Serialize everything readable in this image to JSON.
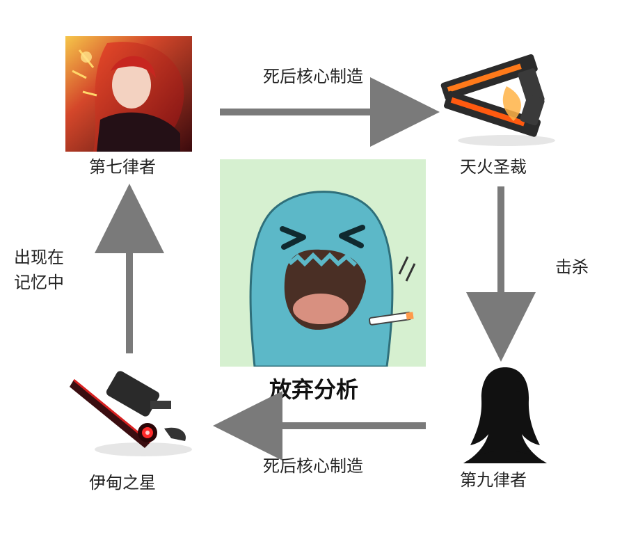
{
  "nodes": {
    "seventh_law": {
      "label": "第七律者"
    },
    "heavenly_fire": {
      "label": "天火圣裁"
    },
    "ninth_law": {
      "label": "第九律者"
    },
    "star_of_eden": {
      "label": "伊甸之星"
    }
  },
  "edges": {
    "top": {
      "label": "死后核心制造"
    },
    "right": {
      "label": "击杀"
    },
    "bottom": {
      "label": "死后核心制造"
    },
    "left": {
      "label_line1": "出现在",
      "label_line2": "记忆中"
    }
  },
  "center": {
    "caption": "放弃分析"
  },
  "colors": {
    "arrow": "#7a7a7a",
    "meme_bg": "#d6f0d0",
    "meme_body": "#5cb8c8"
  }
}
